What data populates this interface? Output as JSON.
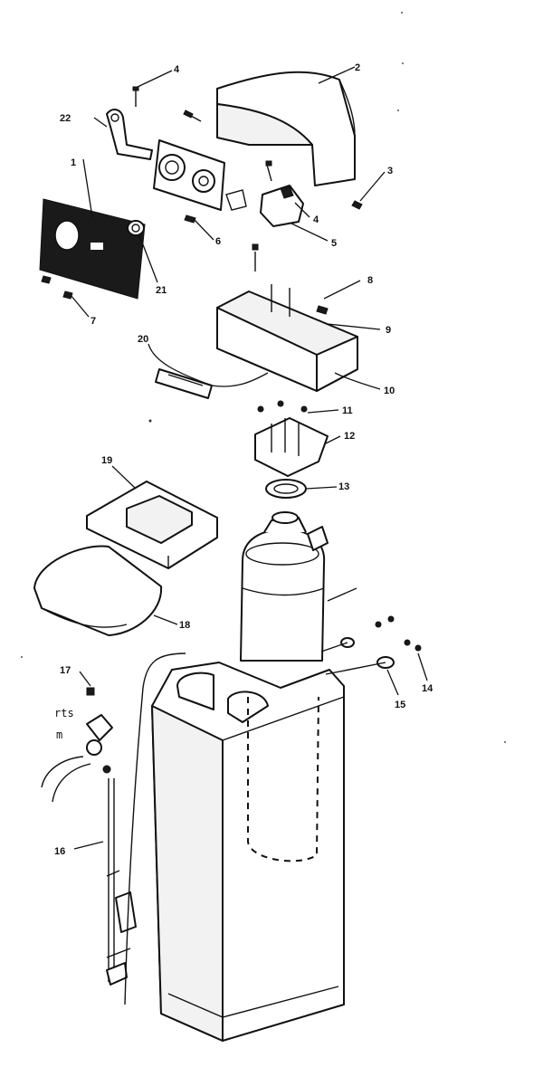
{
  "diagram": {
    "annotations": {
      "fragment_a": "rts",
      "fragment_b": "m"
    },
    "callouts": {
      "c1": "1",
      "c2": "2",
      "c3": "3",
      "c4a": "4",
      "c4b": "4",
      "c5": "5",
      "c6": "6",
      "c7": "7",
      "c8": "8",
      "c9": "9",
      "c10": "10",
      "c11": "11",
      "c12": "12",
      "c13": "13",
      "c14": "14",
      "c15": "15",
      "c16": "16",
      "c17": "17",
      "c18": "18",
      "c19": "19",
      "c20": "20",
      "c21": "21",
      "c22": "22"
    }
  }
}
